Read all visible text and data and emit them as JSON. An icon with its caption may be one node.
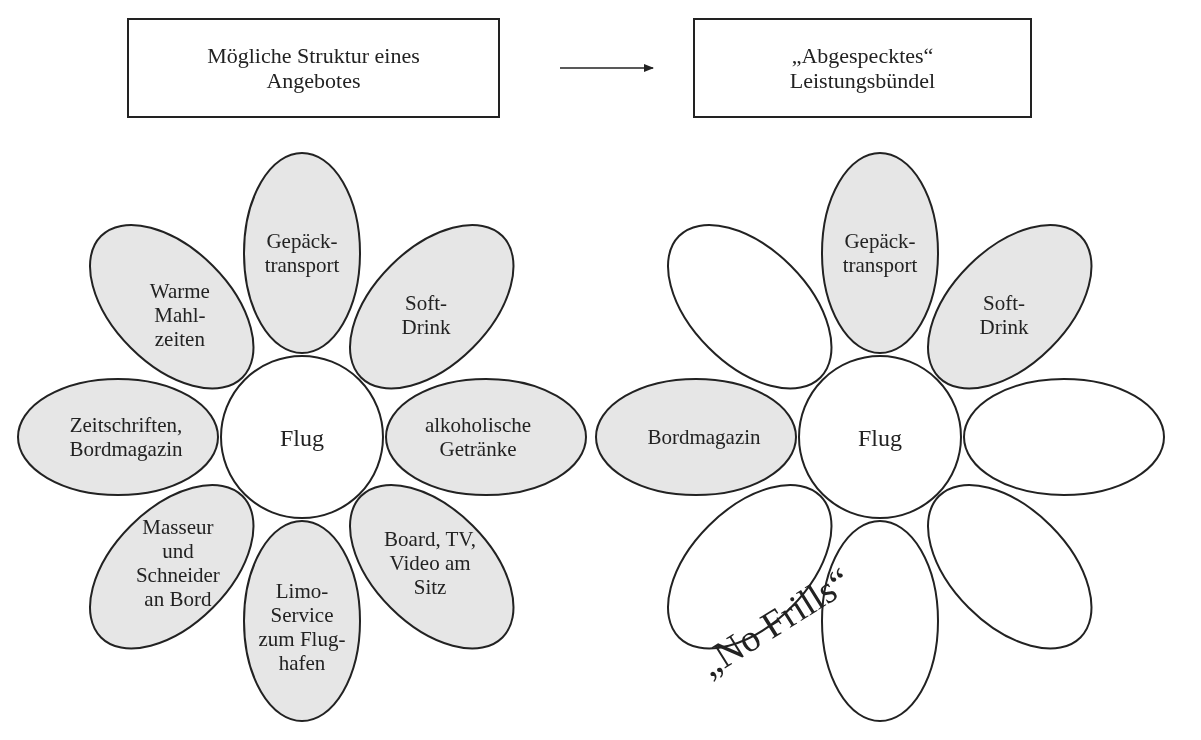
{
  "diagram": {
    "nodes": [
      {
        "text": [
          "Mögliche Struktur eines Angebotes"
        ]
      },
      {
        "text": [
          "„Abgespecktes“ Leistungsbündel"
        ]
      },
      {
        "text": [
          "Gepäck- transport"
        ]
      },
      {
        "text": [
          "Warme Mahl- zeiten"
        ]
      },
      {
        "text": [
          "Soft- Drink"
        ]
      },
      {
        "text": [
          "Zeitschriften, Bordmagazin"
        ]
      },
      {
        "text": [
          "Flug"
        ]
      },
      {
        "text": [
          "alkoholische Getränke"
        ]
      },
      {
        "text": [
          "Masseur und Schneider an Bord"
        ]
      },
      {
        "text": [
          "Board, TV, Video am Sitz"
        ]
      },
      {
        "text": [
          "Limo- Service zum Flug- hafen"
        ]
      },
      {
        "text": [
          "Gepäck- transport"
        ]
      },
      {
        "text": [],
        "shape": "ellipse"
      },
      {
        "text": [
          "Soft- Drink"
        ]
      },
      {
        "text": [
          "Bordmagazin"
        ]
      },
      {
        "text": [
          "Flug"
        ]
      },
      {
        "text": [],
        "shape": "ellipse"
      },
      {
        "text": [],
        "shape": "ellipse"
      },
      {
        "text": [],
        "shape": "ellipse"
      },
      {
        "text": [],
        "shape": "ellipse"
      }
    ],
    "edges": [
      {
        "from": 0,
        "to": 1,
        "arrow": "to"
      }
    ],
    "labels": [
      "„No Frills“"
    ]
  }
}
